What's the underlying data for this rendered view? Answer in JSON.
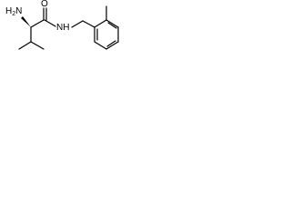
{
  "molecule": {
    "atom_labels": {
      "amine": {
        "symbol": "H",
        "subscript": "2",
        "element": "N"
      },
      "carbonyl_oxygen": "O",
      "amide_nitrogen": {
        "element": "N",
        "hydrogen": "H"
      }
    },
    "stereo_bond": "wedge",
    "colors": {
      "bond": "#000000",
      "label": "#000000",
      "background": "#ffffff"
    }
  }
}
